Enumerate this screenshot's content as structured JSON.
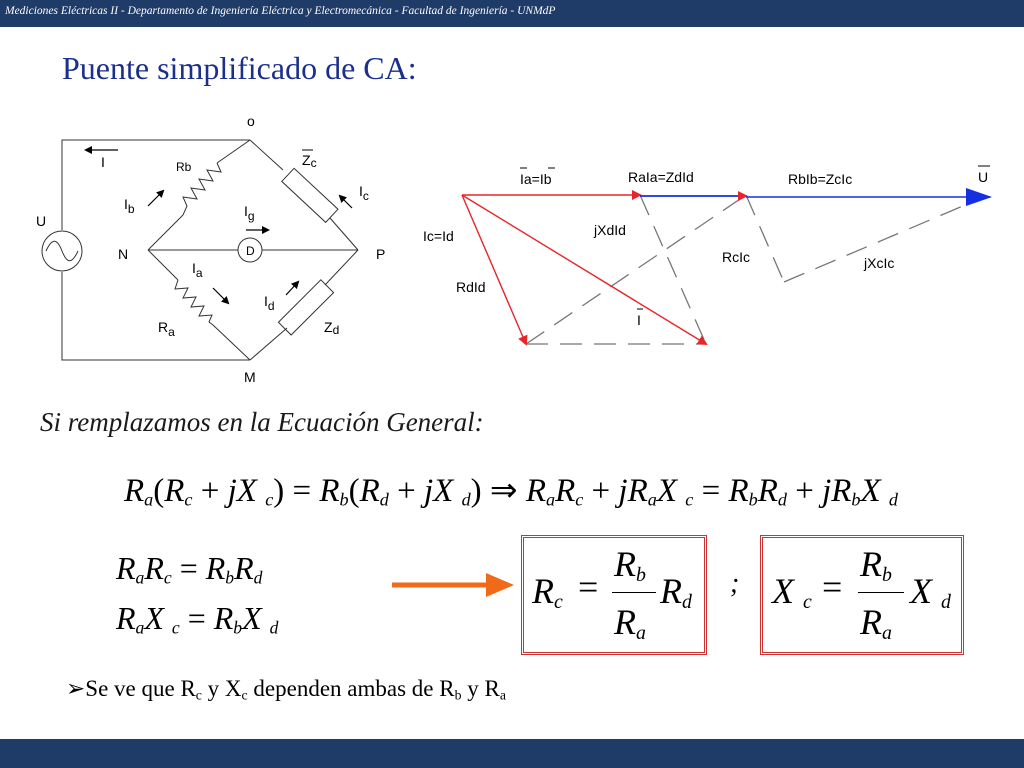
{
  "header": {
    "text": "Mediciones Eléctricas II - Departamento de Ingeniería Eléctrica y Electromecánica  - Facultad de Ingeniería  - UNMdP"
  },
  "slide": {
    "title": "Puente simplificado de CA:",
    "intro": "Si remplazamos en la Ecuación General:",
    "bullet_arrow": "➢",
    "bullet": {
      "p1": "Se ve que R",
      "s1": "c",
      "p2": " y X",
      "s2": "c",
      "p3": " dependen ambas de R",
      "s3": "b",
      "p4": " y R",
      "s4": "a"
    },
    "separator": ";"
  },
  "circuit": {
    "node_o": "o",
    "node_m": "M",
    "node_n": "N",
    "node_p": "P",
    "source": "U",
    "detector": "D",
    "i": "I",
    "ib_main": "I",
    "ib_sub": "b",
    "ig_main": "I",
    "ig_sub": "g",
    "ia_main": "I",
    "ia_sub": "a",
    "ic_main": "I",
    "ic_sub": "c",
    "id_main": "I",
    "id_sub": "d",
    "rb": "Rb",
    "ra_main": "R",
    "ra_sub": "a",
    "zc_main": "Z",
    "zc_sub": "c",
    "zd_main": "Z",
    "zd_sub": "d"
  },
  "phasor": {
    "l_iaib": "Ia=Ib",
    "l_raia": "RaIa=ZdId",
    "l_rbib": "RbIb=ZcIc",
    "l_u": "U",
    "l_icid": "Ic=Id",
    "l_jxdid": "jXdId",
    "l_rcic": "RcIc",
    "l_jxcic": "jXcIc",
    "l_rdid": "RdId",
    "l_i": "I"
  },
  "colors": {
    "bar": "#1f3b68",
    "title": "#1b2f8c",
    "box_border": "#cc3333",
    "arrow_orange": "#f06a1a",
    "phasor_red": "#e8252a",
    "phasor_blue": "#1530e0"
  }
}
